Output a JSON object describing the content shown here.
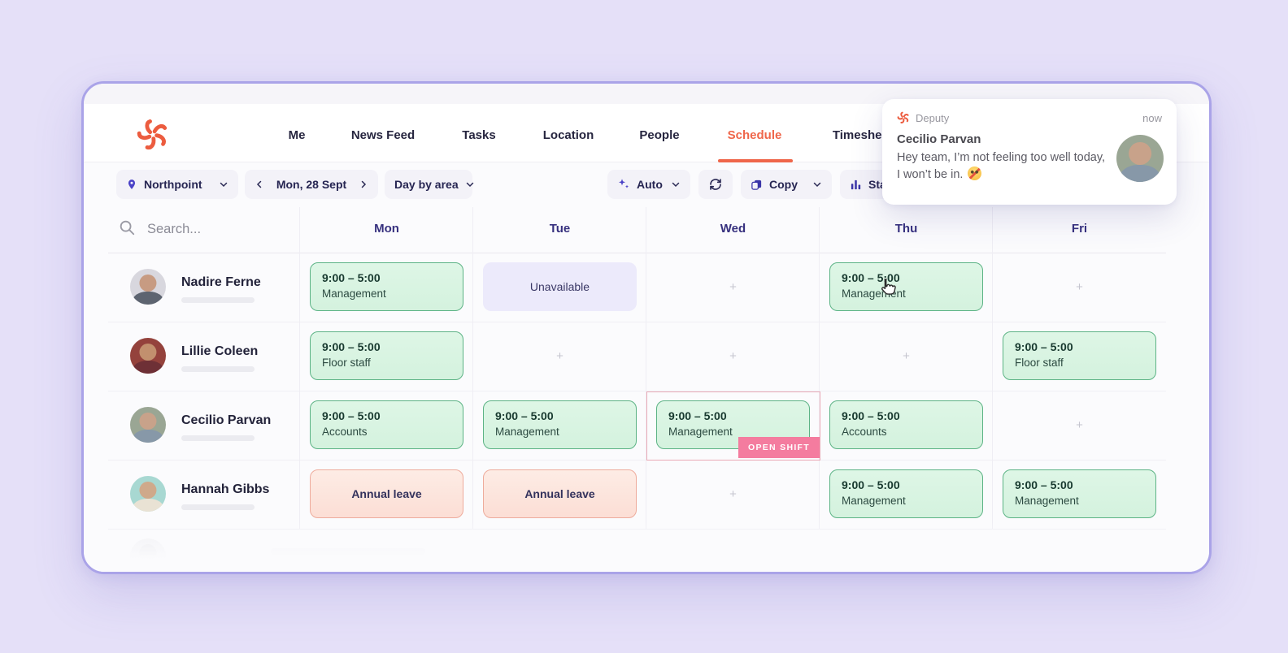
{
  "nav": {
    "items": [
      {
        "label": "Me"
      },
      {
        "label": "News Feed"
      },
      {
        "label": "Tasks"
      },
      {
        "label": "Location"
      },
      {
        "label": "People"
      },
      {
        "label": "Schedule"
      },
      {
        "label": "Timesheets"
      }
    ],
    "active": "Schedule"
  },
  "toolbar": {
    "location_label": "Northpoint",
    "date_label": "Mon, 28 Sept",
    "view_label": "Day by area",
    "auto_label": "Auto",
    "copy_label": "Copy",
    "stats_label": "Stats"
  },
  "notification": {
    "app": "Deputy",
    "time": "now",
    "sender": "Cecilio Parvan",
    "message_line1": "Hey team, I’m not feeling too well today,",
    "message_line2": "I won’t be in.",
    "emoji": "🤒"
  },
  "grid": {
    "search_placeholder": "Search...",
    "days": [
      "Mon",
      "Tue",
      "Wed",
      "Thu",
      "Fri"
    ],
    "rows": [
      {
        "name": "Nadire Ferne",
        "cells": [
          {
            "type": "shift",
            "time": "9:00 – 5:00",
            "area": "Management"
          },
          {
            "type": "unavailable",
            "label": "Unavailable"
          },
          {
            "type": "empty",
            "label": "+"
          },
          {
            "type": "shift",
            "time": "9:00 – 5:00",
            "area": "Management"
          },
          {
            "type": "empty",
            "label": "+"
          }
        ]
      },
      {
        "name": "Lillie Coleen",
        "cells": [
          {
            "type": "shift",
            "time": "9:00 – 5:00",
            "area": "Floor staff"
          },
          {
            "type": "empty",
            "label": "+"
          },
          {
            "type": "empty",
            "label": "+"
          },
          {
            "type": "empty",
            "label": "+"
          },
          {
            "type": "shift",
            "time": "9:00 – 5:00",
            "area": "Floor staff"
          }
        ]
      },
      {
        "name": "Cecilio Parvan",
        "cells": [
          {
            "type": "shift",
            "time": "9:00 – 5:00",
            "area": "Accounts"
          },
          {
            "type": "shift",
            "time": "9:00 – 5:00",
            "area": "Management"
          },
          {
            "type": "shift",
            "time": "9:00 – 5:00",
            "area": "Management",
            "badge": "OPEN SHIFT"
          },
          {
            "type": "shift",
            "time": "9:00 – 5:00",
            "area": "Accounts"
          },
          {
            "type": "empty",
            "label": "+"
          }
        ]
      },
      {
        "name": "Hannah Gibbs",
        "cells": [
          {
            "type": "leave",
            "label": "Annual leave"
          },
          {
            "type": "leave",
            "label": "Annual leave"
          },
          {
            "type": "empty",
            "label": "+"
          },
          {
            "type": "shift",
            "time": "9:00 – 5:00",
            "area": "Management"
          },
          {
            "type": "shift",
            "time": "9:00 – 5:00",
            "area": "Management"
          }
        ]
      }
    ]
  },
  "colors": {
    "accent_orange": "#ef664a",
    "shift_green_bg": "#d9f4e1",
    "shift_green_border": "#5cb385",
    "leave_pink_bg": "#fce4dc",
    "leave_pink_border": "#eeab9c",
    "unavailable_lavender": "#eceafb",
    "open_shift_pink": "#f47c9f",
    "indigo_icon": "#4a42c7",
    "day_header_indigo": "#36307e",
    "window_border_purple": "#aaa3e8",
    "page_background": "#e5e0f8"
  }
}
